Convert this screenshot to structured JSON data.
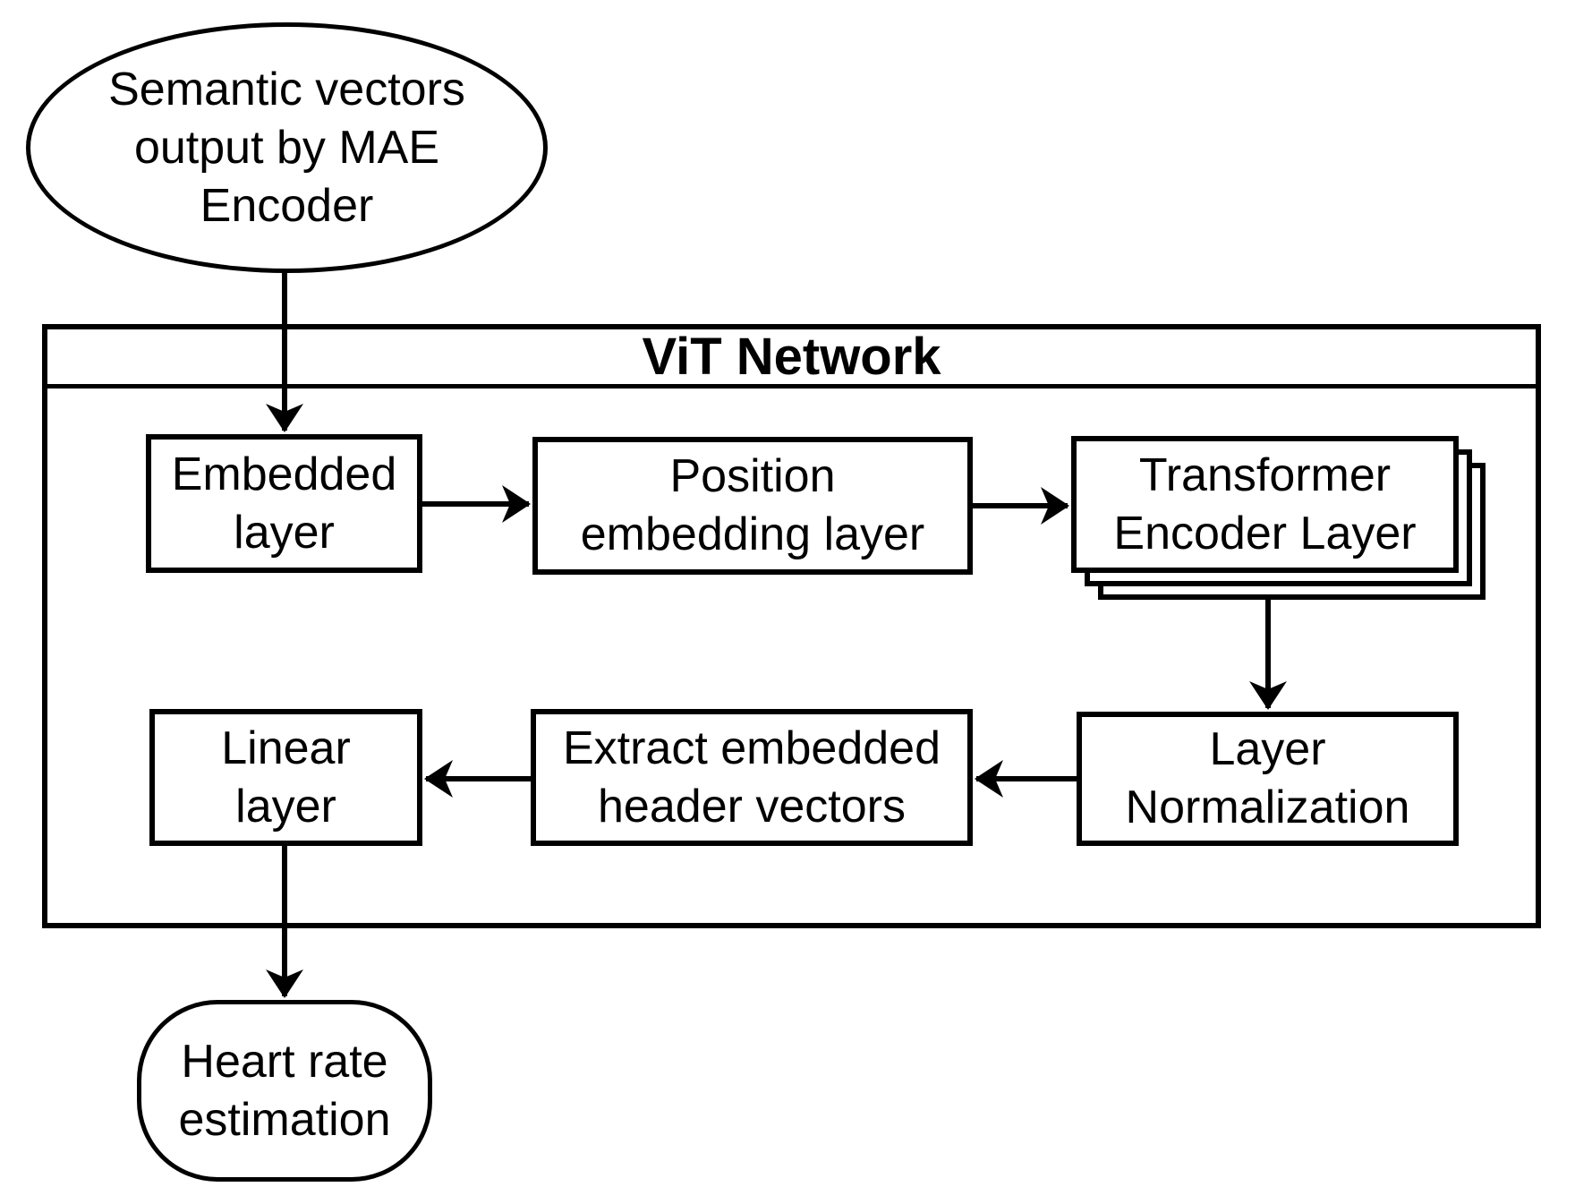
{
  "diagram": {
    "title": "ViT Network",
    "nodes": {
      "semantic": {
        "label": "Semantic vectors\noutput by MAE\nEncoder",
        "shape": "ellipse"
      },
      "embedded": {
        "label": "Embedded\nlayer",
        "shape": "rect"
      },
      "position": {
        "label": "Position\nembedding layer",
        "shape": "rect"
      },
      "transformer": {
        "label": "Transformer\nEncoder Layer",
        "shape": "rect",
        "stacked_copies": 3
      },
      "layernorm": {
        "label": "Layer\nNormalization",
        "shape": "rect"
      },
      "extract": {
        "label": "Extract embedded\nheader vectors",
        "shape": "rect"
      },
      "linear": {
        "label": "Linear\nlayer",
        "shape": "rect"
      },
      "heart": {
        "label": "Heart rate\nestimation",
        "shape": "stadium"
      }
    },
    "edges": [
      {
        "from": "semantic-vectors-output-by-mae-encoder",
        "to": "embedded-layer",
        "direction": "down"
      },
      {
        "from": "embedded-layer",
        "to": "position-embedding-layer",
        "direction": "right"
      },
      {
        "from": "position-embedding-layer",
        "to": "transformer-encoder-layer",
        "direction": "right"
      },
      {
        "from": "transformer-encoder-layer",
        "to": "layer-normalization",
        "direction": "down"
      },
      {
        "from": "layer-normalization",
        "to": "extract-embedded-header-vectors",
        "direction": "left"
      },
      {
        "from": "extract-embedded-header-vectors",
        "to": "linear-layer",
        "direction": "left"
      },
      {
        "from": "linear-layer",
        "to": "heart-rate-estimation",
        "direction": "down"
      }
    ],
    "colors": {
      "stroke": "#000000",
      "fill": "#ffffff",
      "background": "#ffffff"
    }
  }
}
